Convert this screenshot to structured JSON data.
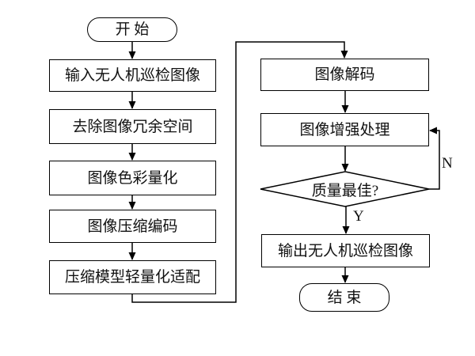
{
  "flowchart": {
    "start_label": "开 始",
    "left_steps": [
      {
        "label": "输入无人机巡检图像"
      },
      {
        "label": "去除图像冗余空间"
      },
      {
        "label": "图像色彩量化"
      },
      {
        "label": "图像压缩编码"
      },
      {
        "label": "压缩模型轻量化适配"
      }
    ],
    "right_steps": [
      {
        "label": "图像解码"
      },
      {
        "label": "图像增强处理"
      }
    ],
    "decision_label": "质量最佳?",
    "branch_no_label": "N",
    "branch_yes_label": "Y",
    "output_label": "输出无人机巡检图像",
    "end_label": "结 束",
    "colors": {
      "line": "#000000",
      "box_border": "#000000",
      "box_fill": "#ffffff",
      "background": "#ffffff",
      "text": "#111111"
    }
  }
}
